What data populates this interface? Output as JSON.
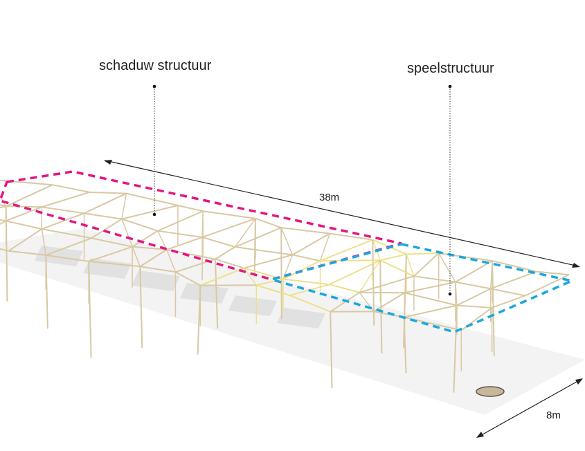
{
  "labels": {
    "shade_structure": "schaduw structuur",
    "play_structure": "speelstructuur",
    "length": "38m",
    "width": "8m"
  },
  "colors": {
    "shade_outline": "#e6157f",
    "play_outline": "#1aa7e0",
    "structure": "#d8c9a3",
    "structure_highlight": "#ede08a",
    "shadow": "#d6d6d6"
  }
}
